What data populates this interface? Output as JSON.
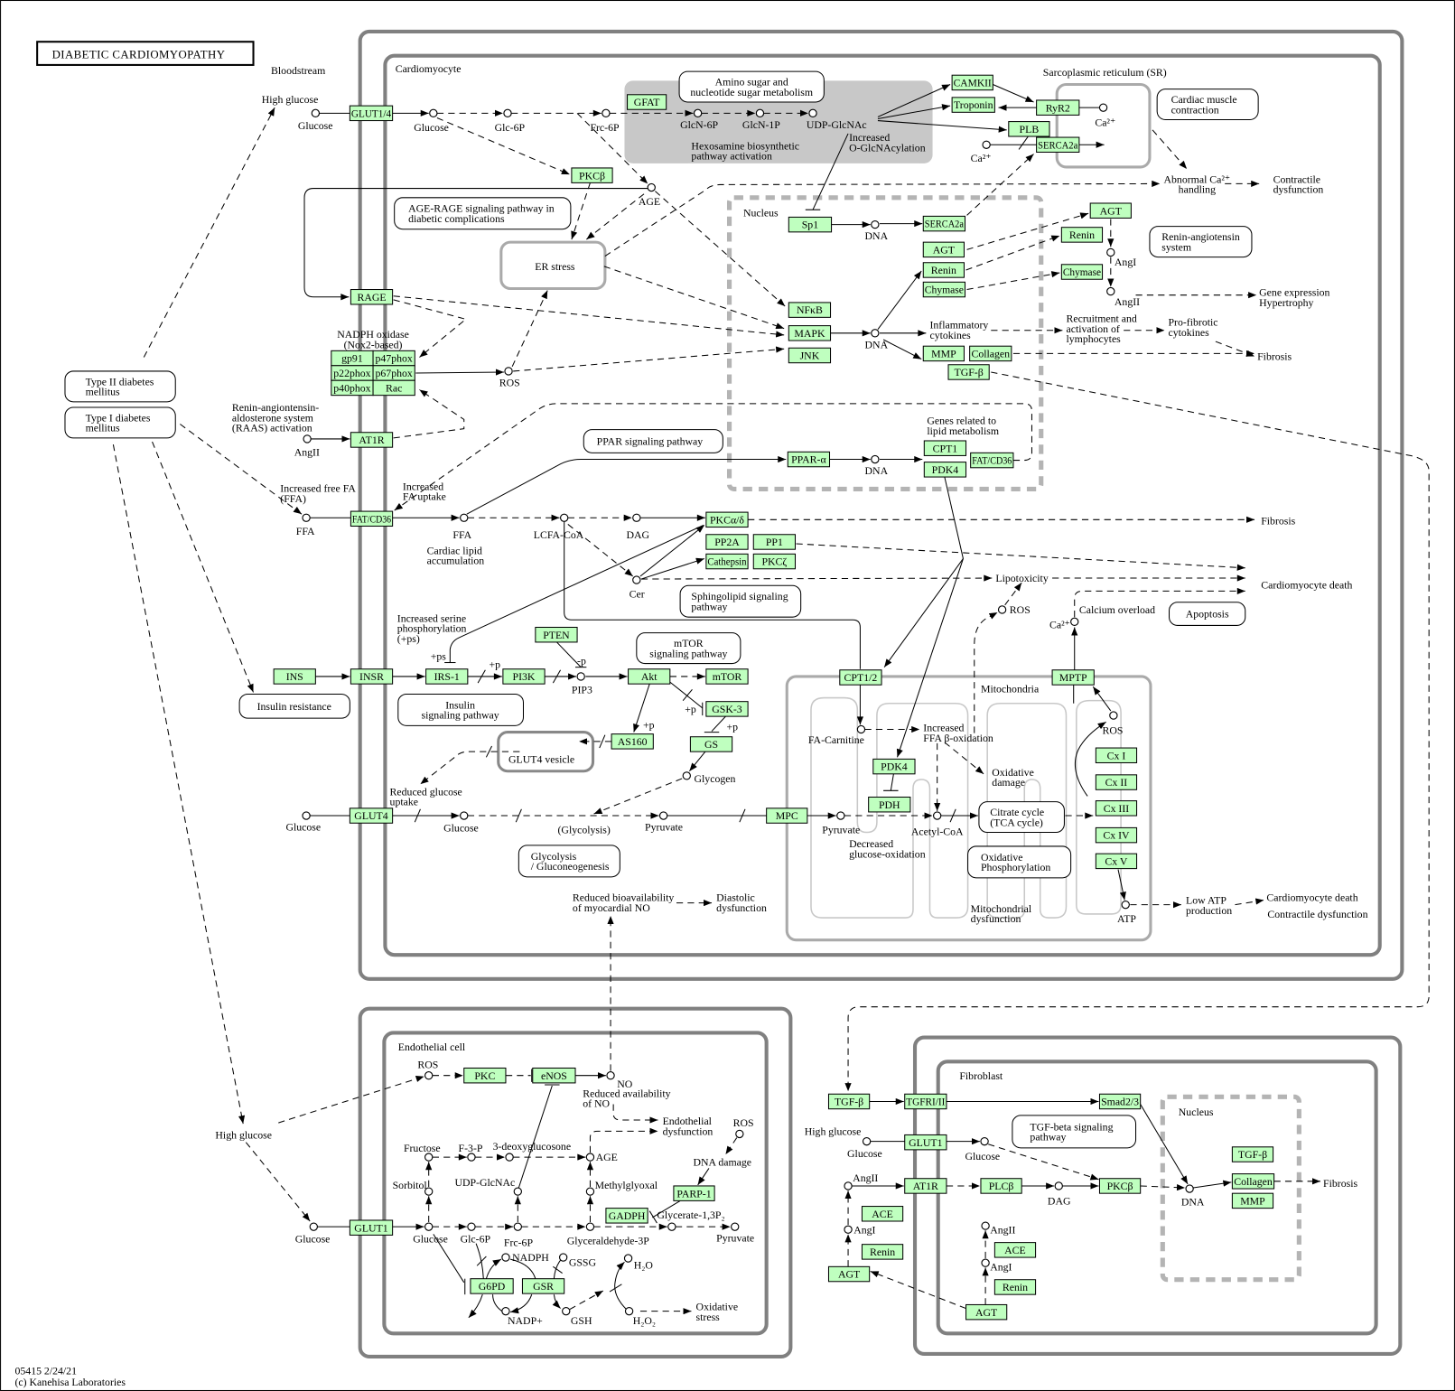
{
  "title": "DIABETIC CARDIOMYOPATHY",
  "footer": {
    "map_info": "05415 2/24/21",
    "copyright": "(c) Kanehisa Laboratories"
  },
  "colors": {
    "gene_fill": "#bfffbf",
    "gene_border": "#000000",
    "membrane": "#808080",
    "organelle": "#aaaaaa",
    "nucleus_border": "#b4b4b4",
    "hexosamine_region": "#c8c8c8",
    "cristae": "#c8c8c8"
  },
  "compartments": {
    "cardiomyocyte": "Cardiomyocyte",
    "sarcoplasmic_reticulum": "Sarcoplasmic reticulum (SR)",
    "nucleus_cardiomyocyte": "Nucleus",
    "mitochondria": "Mitochondria",
    "endothelial_cell": "Endothelial cell",
    "fibroblast": "Fibroblast",
    "nucleus_fibroblast": "Nucleus"
  },
  "genes": {
    "glut1_4": "GLUT1/4",
    "gfat": "GFAT",
    "pkcb_cm": "PKCβ",
    "camkii": "CAMKII",
    "troponin": "Troponin",
    "ryr2": "RyR2",
    "plb": "PLB",
    "serca2a_sr": "SERCA2a",
    "rage": "RAGE",
    "gp91": "gp91",
    "p47phox": "p47phox",
    "p22phox": "p22phox",
    "p67phox": "p67phox",
    "p40phox": "p40phox",
    "rac": "Rac",
    "at1r_cm": "AT1R",
    "sp1": "Sp1",
    "serca2a_nuc": "SERCA2a",
    "agt_nuc": "AGT",
    "renin_nuc": "Renin",
    "chymase_nuc": "Chymase",
    "nfkb": "NFκB",
    "mapk": "MAPK",
    "jnk": "JNK",
    "mmp_nuc": "MMP",
    "collagen_nuc": "Collagen",
    "tgfb_nuc": "TGF-β",
    "agt_ras": "AGT",
    "renin_ras": "Renin",
    "chymase_ras": "Chymase",
    "fatcd36_mem": "FAT/CD36",
    "ppara": "PPAR-α",
    "cpt1": "CPT1",
    "pdk4_nuc": "PDK4",
    "fatcd36_nuc": "FAT/CD36",
    "pkcad": "PKCα/δ",
    "pp2a": "PP2A",
    "pp1": "PP1",
    "cathepsin": "Cathepsin",
    "pkcz": "PKCζ",
    "ins": "INS",
    "insr": "INSR",
    "irs1": "IRS-1",
    "pi3k": "PI3K",
    "pten": "PTEN",
    "akt": "Akt",
    "mtor": "mTOR",
    "gsk3": "GSK-3",
    "gs": "GS",
    "as160": "AS160",
    "glut4": "GLUT4",
    "mpc": "MPC",
    "cpt1_2": "CPT1/2",
    "pdk4_mito": "PDK4",
    "pdh": "PDH",
    "mptp": "MPTP",
    "cx1": "Cx I",
    "cx2": "Cx II",
    "cx3": "Cx III",
    "cx4": "Cx IV",
    "cx5": "Cx V",
    "glut1_endo": "GLUT1",
    "pkc_endo": "PKC",
    "enos": "eNOS",
    "parp1": "PARP-1",
    "gadph": "GADPH",
    "g6pd": "G6PD",
    "gsr": "GSR",
    "tgfb_fib": "TGF-β",
    "tgfr": "TGFRI/II",
    "smad2_3": "Smad2/3",
    "glut1_fib": "GLUT1",
    "at1r_fib": "AT1R",
    "plcb": "PLCβ",
    "pkcb_fib": "PKCβ",
    "tgfb_fib_nuc": "TGF-β",
    "collagen_fib": "Collagen",
    "mmp_fib": "MMP",
    "ace_1": "ACE",
    "renin_fib_1": "Renin",
    "agt_fib_1": "AGT",
    "ace_2": "ACE",
    "renin_fib_2": "Renin",
    "agt_fib_2": "AGT"
  },
  "compounds": {
    "glc_blood": "Glucose",
    "glc_cm": "Glucose",
    "g6p": "Glc-6P",
    "f6p": "Frc-6P",
    "glcn6p": "GlcN-6P",
    "glcn1p": "GlcN-1P",
    "udpglcnac": "UDP-GlcNAc",
    "ca_sr": "Ca²⁺",
    "ca_cyt": "Ca²⁺",
    "age_cm": "AGE",
    "ros_cm": "ROS",
    "angii_cm": "AngII",
    "dna_sp1": "DNA",
    "dna_mapk": "DNA",
    "angi_ras": "AngI",
    "angii_ras": "AngII",
    "dna_ppar": "DNA",
    "ffa_blood": "FFA",
    "ffa_cm": "FFA",
    "lcfacoa": "LCFA-CoA",
    "dag_cm": "DAG",
    "cer": "Cer",
    "ros_lipo": "ROS",
    "ca_mito": "Ca²⁺",
    "pip3": "PIP3",
    "glycogen": "Glycogen",
    "glc_blood_glut4": "Glucose",
    "glc_cm_glut4": "Glucose",
    "pyruvate_cyt": "Pyruvate",
    "pyruvate_mito": "Pyruvate",
    "facarnitine": "FA-Carnitine",
    "acetylcoa": "Acetyl-CoA",
    "ros_mito": "ROS",
    "atp": "ATP",
    "ros_endo": "ROS",
    "no": "NO",
    "fructose": "Fructose",
    "f3p": "F-3-P",
    "deoxyglucosone": "3-deoxyglucosone",
    "age_endo": "AGE",
    "sorbitol": "Sorbitol",
    "udpglcnac_endo": "UDP-GlcNAc",
    "methylglyoxal": "Methylglyoxal",
    "glc_blood_endo": "Glucose",
    "glc_endo": "Glucose",
    "g6p_endo": "Glc-6P",
    "f6p_endo": "Frc-6P",
    "gap": "Glyceraldehyde-3P",
    "bpg": "Glycerate-1,3P₂",
    "pyruvate_endo": "Pyruvate",
    "ros_endo2": "ROS",
    "nadph": "NADPH",
    "gssg": "GSSG",
    "nadp": "NADP+",
    "gsh": "GSH",
    "h2o": "H₂O",
    "h2o2": "H₂O₂",
    "glc_fib_blood": "Glucose",
    "glc_fib": "Glucose",
    "angii_fib_1": "AngII",
    "angi_fib_1": "AngI",
    "dag_fib": "DAG",
    "dna_fib": "DNA",
    "angii_fib_2": "AngII",
    "angi_fib_2": "AngI"
  },
  "pathway_maps": {
    "amino_sugar": [
      "Amino sugar and",
      "nucleotide sugar metabolism"
    ],
    "cardiac_muscle_contraction": [
      "Cardiac muscle",
      "contraction"
    ],
    "age_rage": [
      "AGE-RAGE signaling pathway in",
      "diabetic complications"
    ],
    "renin_angiotensin": [
      "Renin-angiotensin",
      "system"
    ],
    "ppar": [
      "PPAR signaling pathway"
    ],
    "sphingolipid": [
      "Sphingolipid signaling",
      "pathway"
    ],
    "apoptosis": [
      "Apoptosis"
    ],
    "mtor": [
      "mTOR",
      "signaling pathway"
    ],
    "insulin": [
      "Insulin",
      "signaling pathway"
    ],
    "glycolysis": [
      "Glycolysis",
      "/ Gluconeogenesis"
    ],
    "tca": [
      "Citrate cycle",
      "(TCA cycle)"
    ],
    "oxphos": [
      "Oxidative",
      "Phosphorylation"
    ],
    "tgf_beta": [
      "TGF-beta signaling",
      "pathway"
    ]
  },
  "diseases": {
    "type2_diabetes": [
      "Type II diabetes",
      "mellitus"
    ],
    "type1_diabetes": [
      "Type I diabetes",
      "mellitus"
    ],
    "insulin_resistance": [
      "Insulin resistance"
    ]
  },
  "labels": {
    "bloodstream": "Bloodstream",
    "high_glucose_blood": "High glucose",
    "hexosamine": [
      "Hexosamine biosynthetic",
      "pathway activation"
    ],
    "o_glcnacylation": [
      "Increased",
      "O-GlcNAcylation"
    ],
    "abnormal_ca": [
      "Abnormal Ca²⁺",
      "handling"
    ],
    "contractile_dysfunction_1": [
      "Contractile",
      "dysfunction"
    ],
    "er_stress": "ER stress",
    "nadph_oxidase": [
      "NADPH oxidase",
      "(Nox2-based)"
    ],
    "raas": [
      "Renin-angiontensin-",
      "aldosterone system",
      "(RAAS) activation"
    ],
    "inflammatory_cytokines": [
      "Inflammatory",
      "cytokines"
    ],
    "gene_expression": [
      "Gene expression",
      "Hypertrophy"
    ],
    "recruitment": [
      "Recruitment and",
      "activation of",
      "lymphocytes"
    ],
    "profibrotic": [
      "Pro-fibrotic",
      "cytokines"
    ],
    "fibrosis_1": "Fibrosis",
    "genes_lipid": [
      "Genes related to",
      "lipid metabolism"
    ],
    "increased_ffa": [
      "Increased free FA",
      "(FFA)"
    ],
    "increased_fa_uptake": [
      "Increased",
      "FA uptake"
    ],
    "cardiac_lipid": [
      "Cardiac lipid",
      "accumulation"
    ],
    "fibrosis_2": "Fibrosis",
    "lipotoxicity": "Lipotoxicity",
    "cardiomyocyte_death_1": "Cardiomyocyte death",
    "calcium_overload": "Calcium overload",
    "serine_phosphorylation": [
      "Increased serine",
      "phosphorylation",
      "(+ps)"
    ],
    "mod_ps": "+ps",
    "mod_p_irs1": "+p",
    "mod_minus_p": "-p",
    "mod_p_gsk3": "+p",
    "mod_p_gs": "+p",
    "mod_p_as160": "+p",
    "glut4_vesicle": "GLUT4 vesicle",
    "reduced_glucose_uptake": [
      "Reduced glucose",
      "uptake"
    ],
    "glycolysis": "(Glycolysis)",
    "reduced_myocardial_no": [
      "Reduced bioavailability",
      "of myocardial NO"
    ],
    "diastolic_dysfunction": [
      "Diastolic",
      "dysfunction"
    ],
    "increased_ffa_oxidation": [
      "Increased",
      "FFA β-oxidation"
    ],
    "oxidative_damage": [
      "Oxidative",
      "damage"
    ],
    "decreased_glucose_oxidation": [
      "Decreased",
      "glucose-oxidation"
    ],
    "mitochondrial_dysfunction": [
      "Mitochondrial",
      "dysfunction"
    ],
    "low_atp": [
      "Low ATP",
      "production"
    ],
    "cardiomyocyte_death_2": "Cardiomyocyte death",
    "contractile_dysfunction_2": "Contractile dysfunction",
    "high_glucose_endothelial": "High glucose",
    "reduced_no": [
      "Reduced availability",
      "of NO"
    ],
    "endothelial_dysfunction": [
      "Endothelial",
      "dysfunction"
    ],
    "dna_damage": "DNA damage",
    "oxidative_stress": [
      "Oxidative",
      "stress"
    ],
    "high_glucose_fibroblast": "High glucose",
    "fibrosis_3": "Fibrosis"
  }
}
